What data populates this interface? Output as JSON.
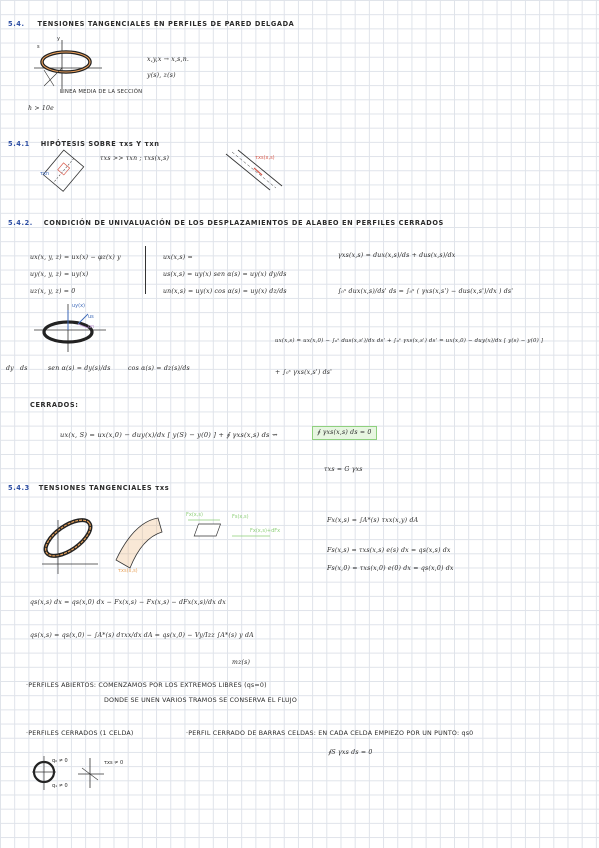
{
  "sections": {
    "s54": {
      "num": "5.4.",
      "title": "TENSIONES TANGENCIALES EN PERFILES DE PARED DELGADA"
    },
    "s541": {
      "num": "5.4.1",
      "title": "HIPÓTESIS SOBRE τxs Y τxn"
    },
    "s542": {
      "num": "5.4.2.",
      "title": "CONDICIÓN DE UNIVALUACIÓN DE LOS DESPLAZAMIENTOS DE ALABEO EN PERFILES CERRADOS"
    },
    "s543": {
      "num": "5.4.3",
      "title": "TENSIONES TANGENCIALES τxs"
    }
  },
  "intro": {
    "coords": "x,y,x → x,s,n.",
    "ys": "y(s), z(s)",
    "linea_media": "LINEA MEDIA DE LA SECCIÓN",
    "ratio": "h > 10e"
  },
  "hipotesis": {
    "text": "τxs >> τxn  ;  τxs(x,s)",
    "lbl_txn": "τxn",
    "lbl_txs": "τxs(x,s)"
  },
  "alabeo": {
    "ux": "ux(x, y, z) = ux(x) − φz(x) y",
    "uy": "uy(x, y, z) = uy(x)",
    "uz": "uz(x, y, z) = 0",
    "r1": "ux(x,s) =",
    "r2": "us(x,s) = uy(x) sen α(s) = uy(x) dy/ds",
    "r3": "un(x,s) = uy(x) cos α(s) = uy(x) dz/ds",
    "gamma": "γxs(x,s) = dux(x,s)/ds + dus(x,s)/dx",
    "integral": "∫₀ˢ dux(x,s)/ds' ds = ∫₀ˢ ( γxs(x,s') − dus(x,s')/dx ) ds'",
    "ux_result": "ux(x,s) = ux(x,0) − ∫₀ˢ dus(x,s')/dx ds' + ∫₀ˢ γxs(x,s') ds' = ux(x,0) − duy(x)/dx [ y(s) − y(0) ]",
    "ux_tail": "+ ∫₀ˢ γxs(x,s') ds'",
    "sen": "sen α(s) = dy(s)/ds",
    "cos": "cos α(s) = dz(s)/ds",
    "dy_lbl": "dy",
    "ds_lbl": "ds",
    "fig_uy": "uy(x)",
    "fig_us": "us",
    "fig_un": "un"
  },
  "cerrados": {
    "label": "CERRADOS:",
    "eq": "ux(x, S) = ux(x,0) − duy(x)/dx [ y(S) − y(0) ] + ∮ γxs(x,s) ds  ⇝",
    "boxed": "∮ γxs(x,s) ds = 0",
    "tau_g": "τxs = G γxs"
  },
  "tangenciales": {
    "fx": "Fx(x,s) = ∫A*(s) τxx(x,y) dA",
    "fs1": "Fs(x,s) = τxs(x,s) e(s) dx = qs(x,s) dx",
    "fs2": "Fs(x,0) = τxs(x,0) e(0) dx = qs(x,0) dx",
    "q_eq1": "qs(x,s) dx = qs(x,0) dx − Fx(x,s) − Fx(x,s) − dFx(x,s)/dx dx",
    "q_eq2": "qs(x,s) = qs(x,0) − ∫A*(s) dτxx/dx dA = qs(x,0) − Vy/Izz ∫A*(s) y dA",
    "mz": "mz(s)",
    "lbl_fx": "Fx(x,s)",
    "lbl_fxdx": "Fx(x,s)+dFx",
    "lbl_txs": "τxs(x,s)",
    "lbl_fs": "Fs(x,s)"
  },
  "abiertos": {
    "line1": "·PERFILES ABIERTOS: COMENZAMOS POR LOS EXTREMOS LIBRES (qs=0)",
    "line2": "DONDE SE UNEN VARIOS TRAMOS SE CONSERVA EL FLUJO"
  },
  "cerrados_tipos": {
    "una_celda": "·PERFILES CERRADOS (1 CELDA)",
    "barras": "·PERFIL CERRADO DE BARRAS CELDAS: EN CADA CELDA EMPIEZO POR UN PUNTO: qs0",
    "ring_eq": "∮S γxs ds = 0",
    "fig_q0": "q₀ ≠ 0",
    "fig_q1": "q₁ ≠ 0",
    "fig_txs": "τxs ≠ 0"
  },
  "colors": {
    "blue": "#3a66b7",
    "red": "#d85a4c",
    "green": "#8dcf78",
    "purple": "#b58bc9",
    "orange": "#e8a25a"
  }
}
